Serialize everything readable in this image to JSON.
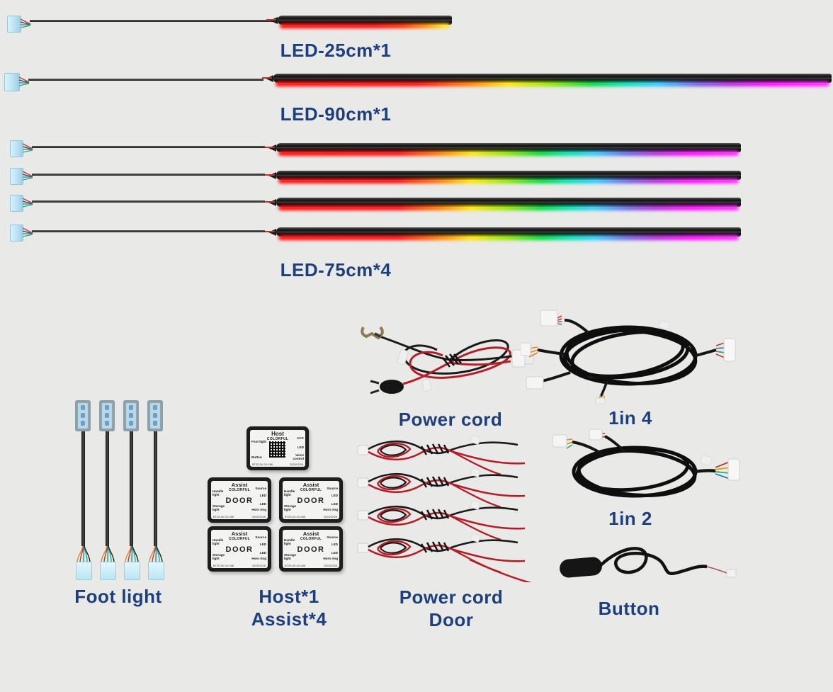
{
  "colors": {
    "background": "#e9e9e8",
    "label": "#1e3f7d",
    "glow_red": "#ff0a0a",
    "glow_magenta": "#ff09ff"
  },
  "strips": [
    {
      "name": "led-strip-25cm",
      "label": "LED-25cm*1"
    },
    {
      "name": "led-strip-90cm",
      "label": "LED-90cm*1"
    },
    {
      "name": "led-strip-75cm",
      "label": "LED-75cm*4"
    }
  ],
  "foot_light": {
    "label": "Foot light"
  },
  "host_assist": {
    "label_line1": "Host*1",
    "label_line2": "Assist*4",
    "host_box": {
      "title": "Host",
      "subtitle": "COLORFUL",
      "left_labels": [
        "Foot light",
        "Button"
      ],
      "right_labels": [
        "ACC",
        "LED",
        "Voice control"
      ],
      "model": "BT2S-5V-3V-V88",
      "date": "2023/02/26"
    },
    "assist_box": {
      "title": "Assist",
      "subtitle": "COLORFUL",
      "center": "DOOR",
      "left_labels": [
        "Handle light",
        "Storage light"
      ],
      "right_labels": [
        "Source",
        "LED",
        "LED",
        "Horn ring"
      ],
      "model": "BT2S-5V-3V-V88",
      "date": "2023/02/26"
    }
  },
  "power_cord": {
    "label": "Power cord"
  },
  "harness_1in4": {
    "label": "1in 4"
  },
  "power_cord_door": {
    "label_line1": "Power cord",
    "label_line2": "Door"
  },
  "harness_1in2": {
    "label": "1in 2"
  },
  "button": {
    "label": "Button"
  }
}
